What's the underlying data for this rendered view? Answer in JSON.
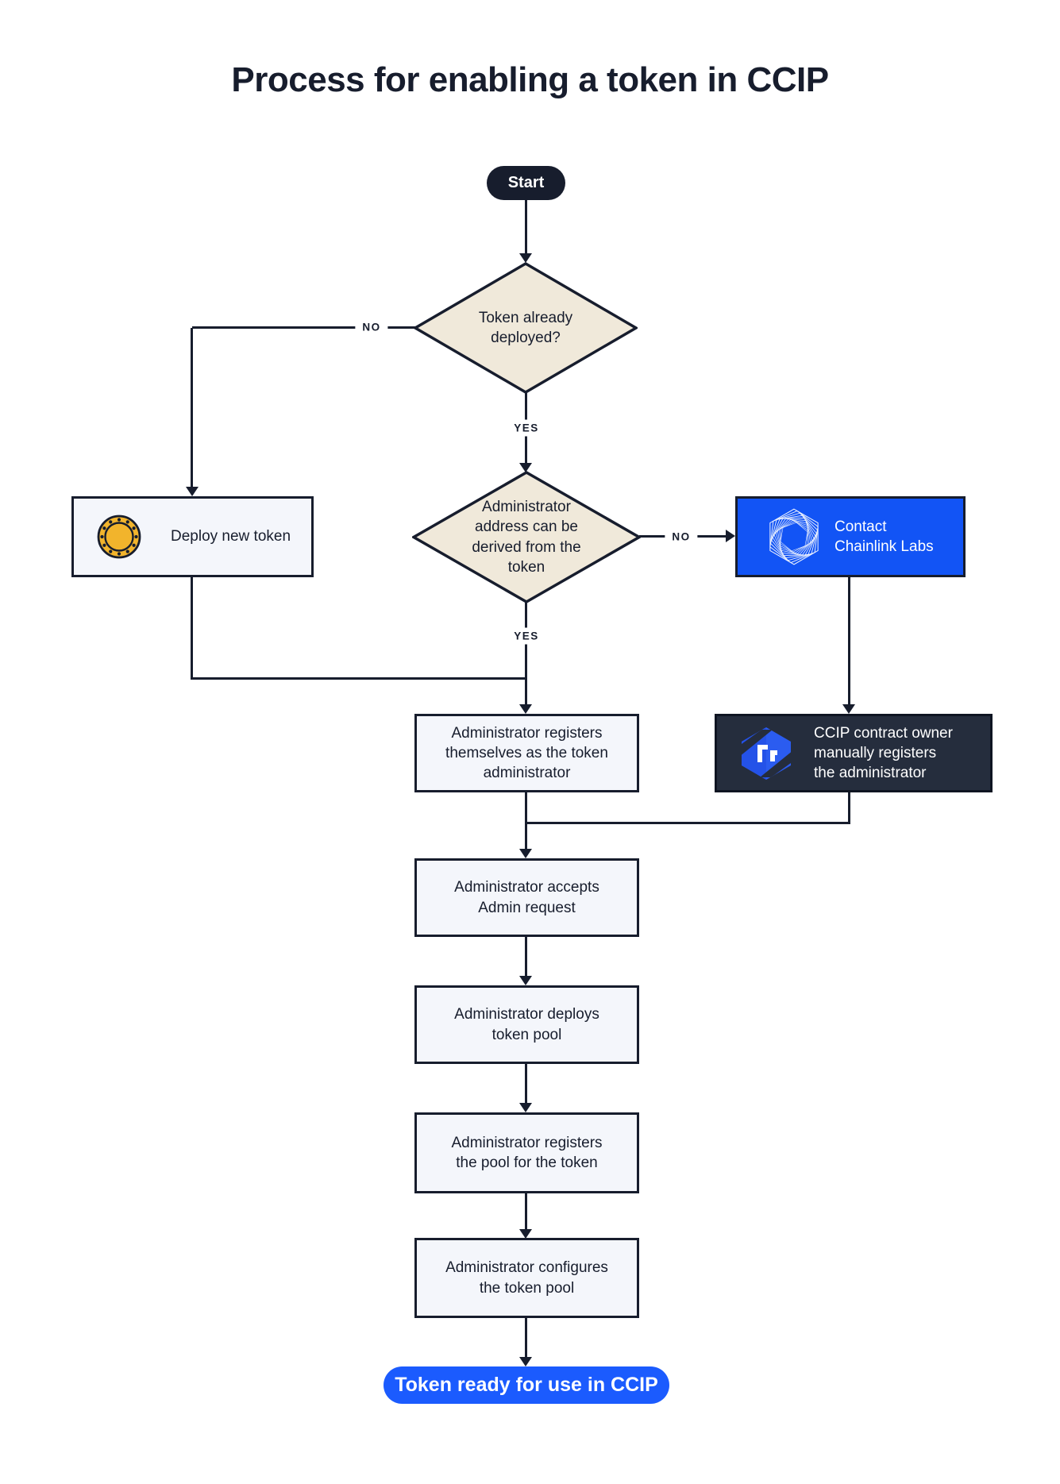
{
  "title": "Process for enabling a token in CCIP",
  "colors": {
    "ink": "#171d2d",
    "diamond_fill": "#f0e9da",
    "box_fill": "#f4f6fb",
    "dark_box_fill": "#252d3d",
    "contact_blue": "#1254f5",
    "end_pill_blue": "#1b5bfe",
    "coin_gold": "#f2b42c"
  },
  "nodes": {
    "start": {
      "label": "Start"
    },
    "decision_token_deployed": {
      "label": "Token already\ndeployed?"
    },
    "deploy_new_token": {
      "label": "Deploy new token",
      "icon": "coin-icon"
    },
    "decision_admin_address": {
      "label": "Administrator\naddress can be\nderived from the\ntoken"
    },
    "contact_chainlink_labs": {
      "label": "Contact\nChainlink Labs",
      "icon": "chainlink-labs-icon"
    },
    "admin_registers_self": {
      "label": "Administrator registers\nthemselves as the token\nadministrator"
    },
    "ccip_owner_registers": {
      "label": "CCIP contract owner\nmanually registers\nthe administrator",
      "icon": "ccip-icon"
    },
    "admin_accepts_request": {
      "label": "Administrator accepts\nAdmin request"
    },
    "admin_deploys_pool": {
      "label": "Administrator deploys\ntoken pool"
    },
    "admin_registers_pool": {
      "label": "Administrator registers\nthe pool for the token"
    },
    "admin_configures_pool": {
      "label": "Administrator configures\nthe token pool"
    },
    "end": {
      "label": "Token ready for use in CCIP"
    }
  },
  "edges": {
    "no_token_deployed": "NO",
    "yes_token_deployed": "YES",
    "no_admin_address": "NO",
    "yes_admin_address": "YES"
  }
}
